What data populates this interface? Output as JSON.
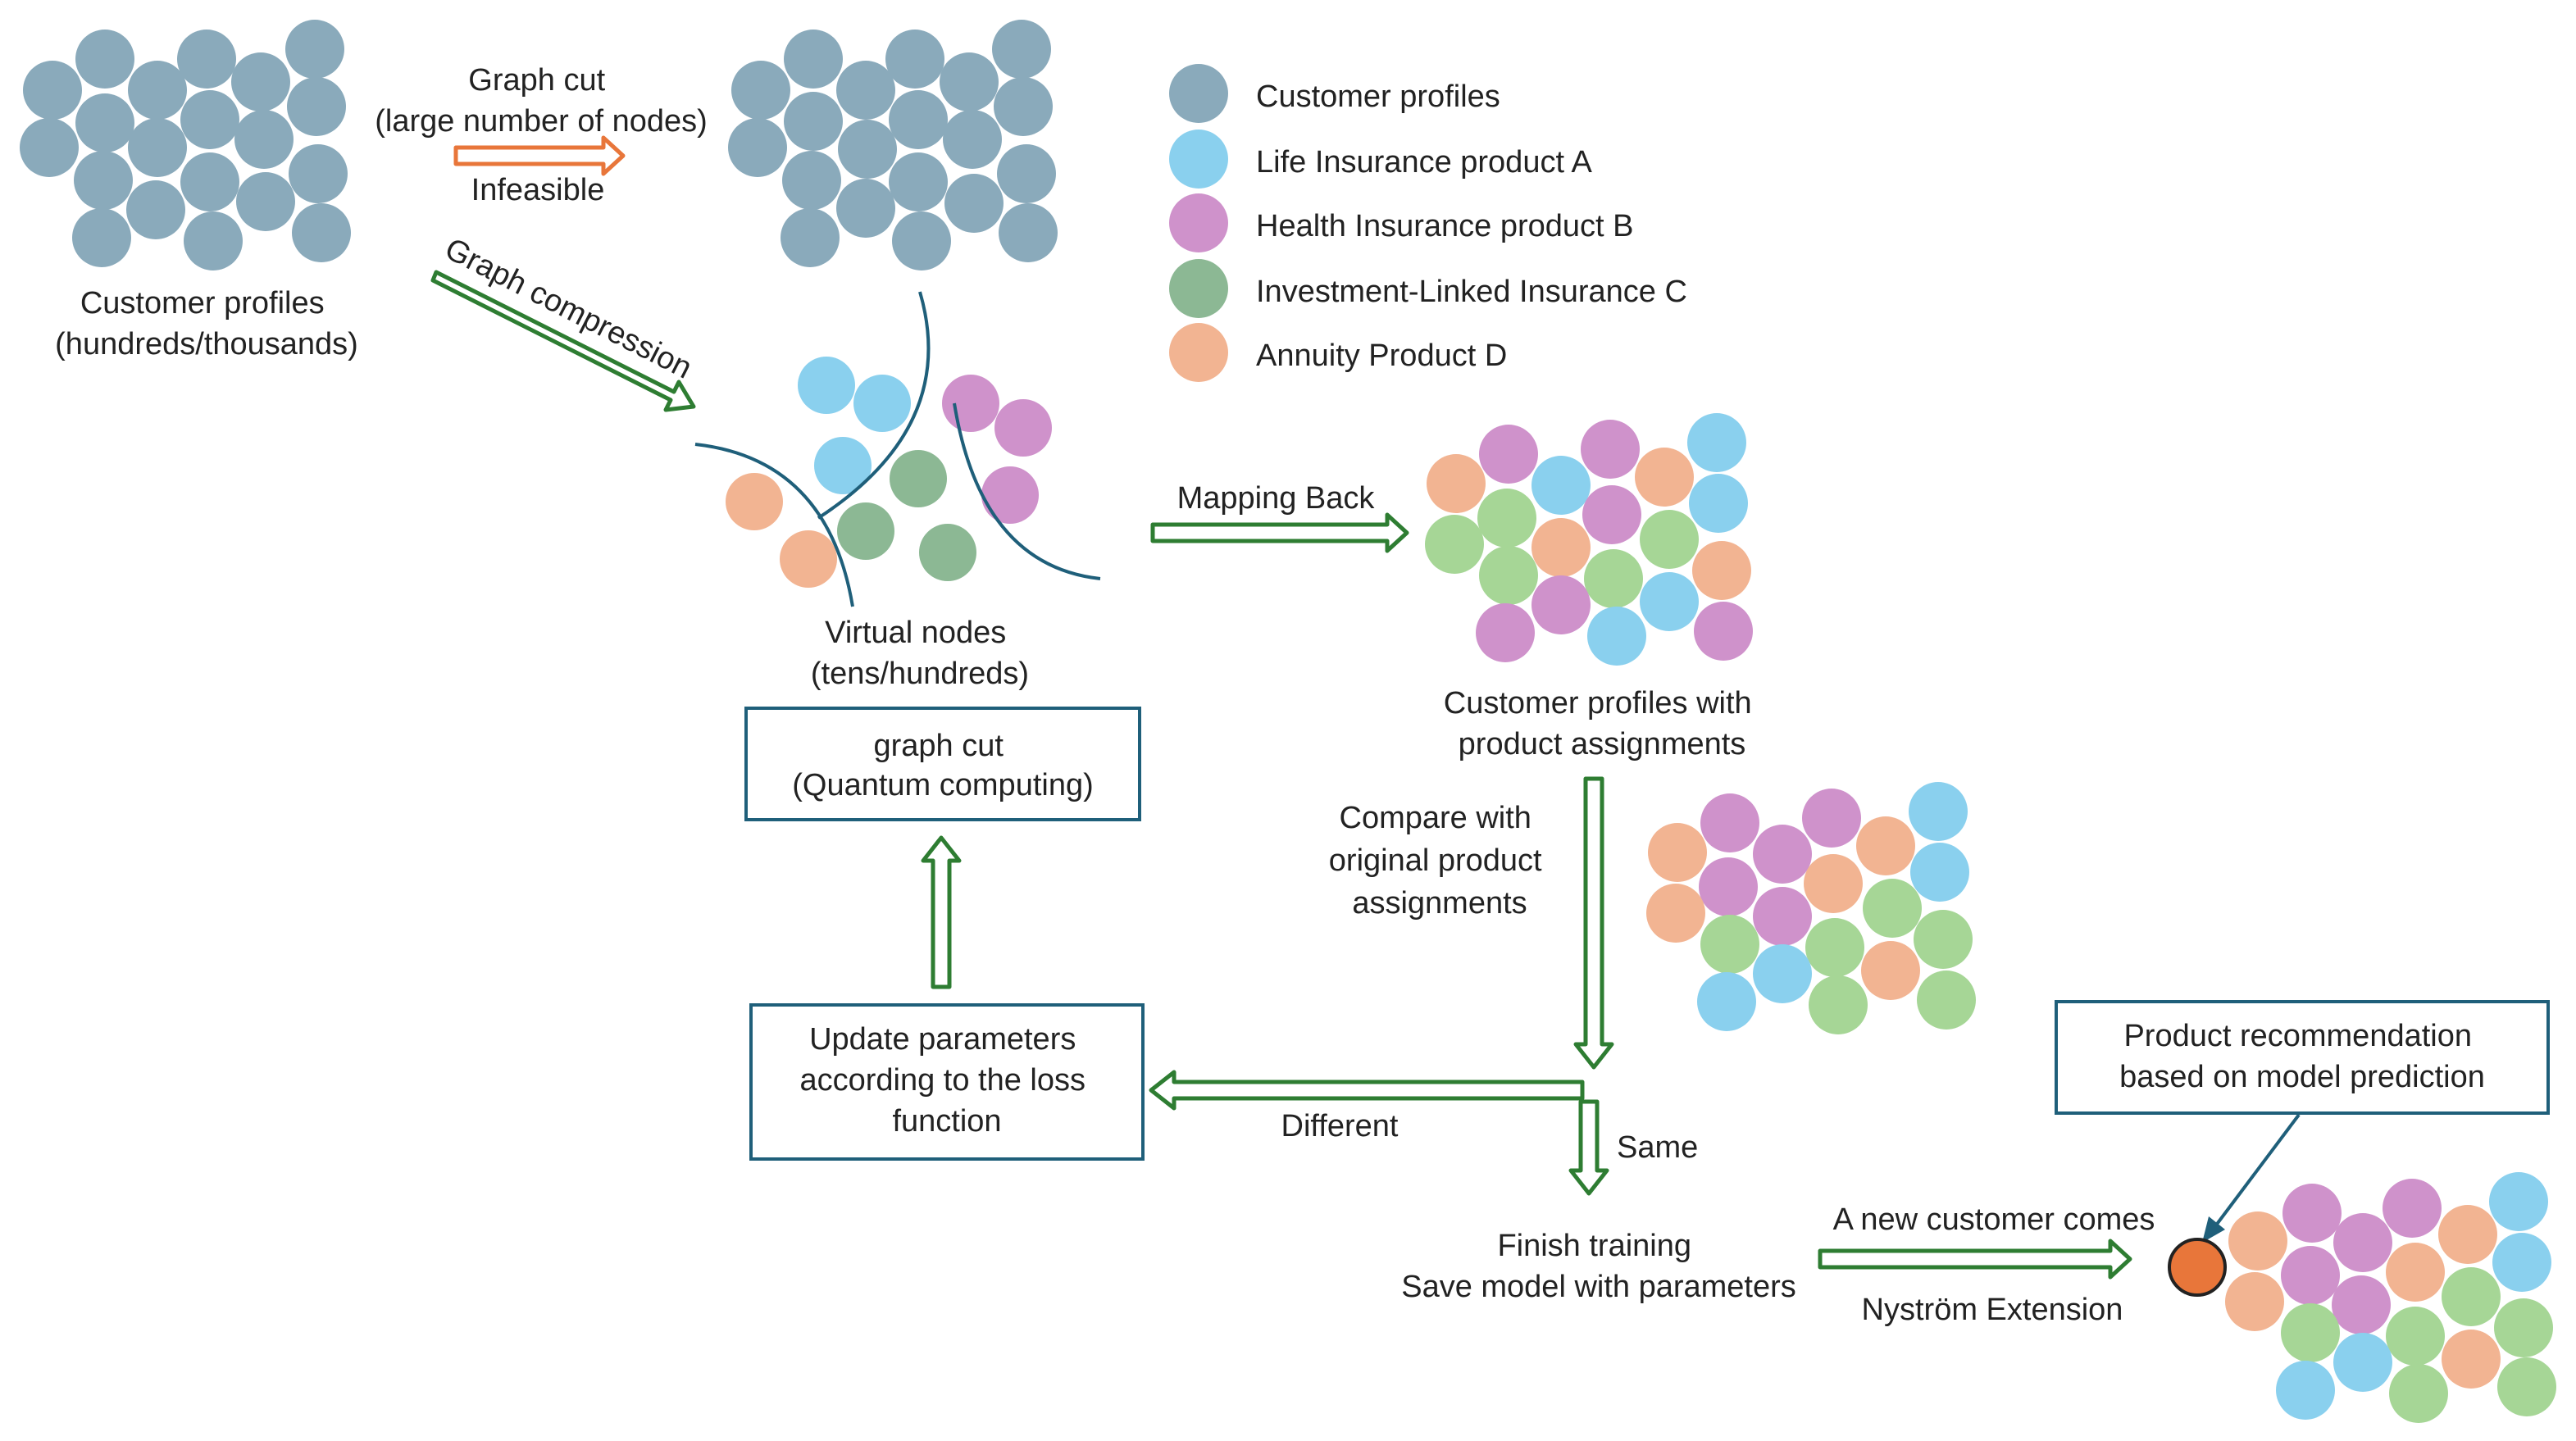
{
  "colors": {
    "customer": "#8aaabb",
    "product_a": "#8ad0ee",
    "product_b": "#cf92cb",
    "product_c": "#8cb894",
    "product_c_light": "#a6d696",
    "product_d": "#f2b492",
    "new_customer": "#e8763a",
    "arrow_green": "#2e7d32",
    "arrow_orange": "#e8763a",
    "box_border": "#1f5f7a",
    "curve": "#1f5f7a"
  },
  "legend": {
    "items": [
      {
        "label": "Customer profiles",
        "color": "#8aaabb"
      },
      {
        "label": "Life Insurance product A",
        "color": "#8ad0ee"
      },
      {
        "label": "Health Insurance product B",
        "color": "#cf92cb"
      },
      {
        "label": "Investment-Linked Insurance C",
        "color": "#8cb894"
      },
      {
        "label": "Annuity Product D",
        "color": "#f2b492"
      }
    ]
  },
  "labels": {
    "customer_profiles": {
      "line1": "Customer profiles",
      "line2": "(hundreds/thousands)"
    },
    "graph_cut": {
      "line1": "Graph cut",
      "line2": "(large number of nodes)"
    },
    "infeasible": "Infeasible",
    "graph_compression": "Graph compression",
    "virtual_nodes": {
      "line1": "Virtual nodes",
      "line2": "(tens/hundreds)"
    },
    "mapping_back": "Mapping Back",
    "profiles_with_assignments": {
      "line1": "Customer profiles with",
      "line2": "product assignments"
    },
    "compare": {
      "line1": "Compare with",
      "line2": "original product",
      "line3": "assignments"
    },
    "different": "Different",
    "same": "Same",
    "finish": {
      "line1": "Finish training",
      "line2": "Save model with parameters"
    },
    "new_customer": "A new customer comes",
    "nystrom": "Nyström Extension"
  },
  "boxes": {
    "graph_cut_qc": {
      "line1": "graph cut",
      "line2": "(Quantum computing)"
    },
    "update_params": {
      "line1": "Update parameters",
      "line2": "according to the loss",
      "line3": "function"
    },
    "product_recommendation": {
      "line1": "Product recommendation",
      "line2": "based on model prediction"
    }
  }
}
